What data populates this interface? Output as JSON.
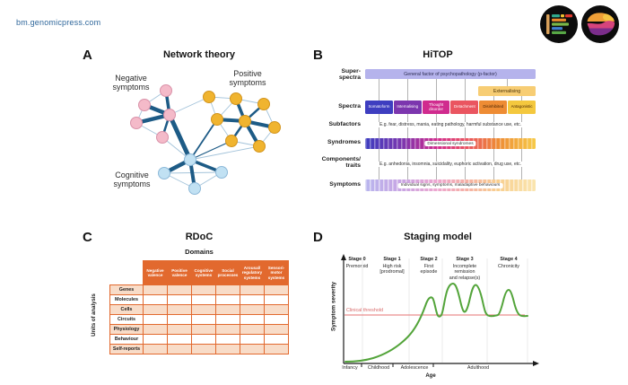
{
  "site": {
    "url": "bm.genomicpress.com"
  },
  "colors": {
    "link_blue": "#2f679b",
    "edge_dark": "#1d5b86",
    "node_negative": "#f4bac9",
    "node_positive": "#f0b42f",
    "node_cognitive": "#c1e1f3",
    "hitop_pfactor": "#b5b3ec",
    "hitop_externalising": "#f7cd74",
    "rdoc_orange": "#e2692e",
    "rdoc_alt_row": "#f8dcc8",
    "curve_green": "#53a43a",
    "threshold_red": "#e57373"
  },
  "panelA": {
    "letter": "A",
    "title": "Network theory",
    "labels": {
      "negative": "Negative\nsymptoms",
      "positive": "Positive\nsymptoms",
      "cognitive": "Cognitive\nsymptoms"
    },
    "clusters": [
      {
        "name": "Negative symptoms",
        "color": "#f4bac9",
        "nodes": 5
      },
      {
        "name": "Positive symptoms",
        "color": "#f0b42f",
        "nodes": 8
      },
      {
        "name": "Cognitive symptoms",
        "color": "#c1e1f3",
        "nodes": 4
      }
    ]
  },
  "panelB": {
    "letter": "B",
    "title": "HiTOP",
    "row_labels": [
      "Super-\nspectra",
      "Spectra",
      "Subfactors",
      "Syndromes",
      "Components/\ntraits",
      "Symptoms"
    ],
    "superspectra_label": "General factor of psychopathology (p-factor)",
    "externalising_label": "Externalising",
    "spectra": [
      {
        "label": "Somatoform",
        "color": "#3e3ec0"
      },
      {
        "label": "Internalising",
        "color": "#7c36ae"
      },
      {
        "label": "Thought disorder",
        "color": "#d02b8e"
      },
      {
        "label": "Detachment",
        "color": "#ea5560"
      },
      {
        "label": "Disinhibited",
        "color": "#ee8c34"
      },
      {
        "label": "Antagonistic",
        "color": "#f4c83e"
      }
    ],
    "subfactors_text": "E.g. fear, distress, mania, eating pathology, harmful substance use, etc.",
    "syndromes_label": "Dimensional syndromes",
    "components_text": "E.g. anhedonia, insomnia, suicidality, euphoric activation, drug use, etc.",
    "symptoms_label": "Individual signs, symptoms, maladaptive behaviours"
  },
  "panelC": {
    "letter": "C",
    "title": "RDoC",
    "domains_label": "Domains",
    "units_label": "Units of analysis",
    "column_headers": [
      "Negative\nvalence",
      "Positive\nvalence",
      "Cognitive\nsystems",
      "Social\nprocesses",
      "Arousal/\nregulatory\nsystems",
      "Sensori-\nmotor\nsystems"
    ],
    "row_labels": [
      "Genes",
      "Molecules",
      "Cells",
      "Circuits",
      "Physiology",
      "Behaviour",
      "Self-reports"
    ]
  },
  "panelD": {
    "letter": "D",
    "title": "Staging model",
    "ylabel": "Symptom severity",
    "xlabel": "Age",
    "threshold_label": "Clinical threshold",
    "stages": [
      {
        "name": "Stage 0",
        "desc": "Premorbid"
      },
      {
        "name": "Stage 1",
        "desc": "High risk\n[prodromal]"
      },
      {
        "name": "Stage 2",
        "desc": "First\nepisode"
      },
      {
        "name": "Stage 3",
        "desc": "Incomplete\nremission\nand relapse(s)"
      },
      {
        "name": "Stage 4",
        "desc": "Chronicity"
      }
    ],
    "age_labels": [
      "Infancy",
      "Childhood",
      "Adolescence",
      "Adulthood"
    ]
  },
  "chart_data": {
    "type": "line",
    "title": "Staging model",
    "xlabel": "Age",
    "ylabel": "Symptom severity",
    "x_categories": [
      "Infancy",
      "Childhood",
      "Adolescence",
      "Adulthood"
    ],
    "annotations": [
      "Clinical threshold",
      "Stage 0 Premorbid",
      "Stage 1 High risk [prodromal]",
      "Stage 2 First episode",
      "Stage 3 Incomplete remission and relapse(s)",
      "Stage 4 Chronicity"
    ],
    "threshold_normalized": 0.45,
    "stage_boundaries_normalized_x": [
      0.1,
      0.34,
      0.51,
      0.74,
      0.94
    ],
    "series": [
      {
        "name": "Symptom severity trajectory",
        "points_normalized_xy": [
          [
            0.01,
            0.0
          ],
          [
            0.11,
            0.01
          ],
          [
            0.22,
            0.08
          ],
          [
            0.31,
            0.28
          ],
          [
            0.39,
            0.52
          ],
          [
            0.45,
            0.62
          ],
          [
            0.49,
            0.43
          ],
          [
            0.56,
            0.75
          ],
          [
            0.62,
            0.48
          ],
          [
            0.67,
            0.74
          ],
          [
            0.73,
            0.44
          ],
          [
            0.79,
            0.45
          ],
          [
            0.84,
            0.69
          ],
          [
            0.89,
            0.44
          ],
          [
            0.94,
            0.44
          ]
        ]
      }
    ],
    "grid": "light vertical stage separators",
    "legend": "none"
  }
}
